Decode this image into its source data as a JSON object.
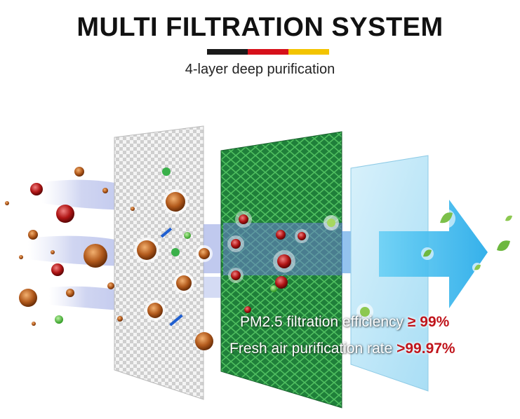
{
  "header": {
    "title": "MULTI FILTRATION SYSTEM",
    "subtitle": "4-layer deep purification"
  },
  "colors": {
    "flag_black": "#1a1a1a",
    "flag_red": "#d6101a",
    "flag_gold": "#f3c400",
    "hepa_green": "#1f7f3a",
    "highlight_red": "#c0141b"
  },
  "stats": {
    "pm25_label": "PM2.5 filtration efficiency",
    "pm25_value": "≥ 99%",
    "fresh_label": "Fresh air purification rate",
    "fresh_value": ">99.97%"
  }
}
